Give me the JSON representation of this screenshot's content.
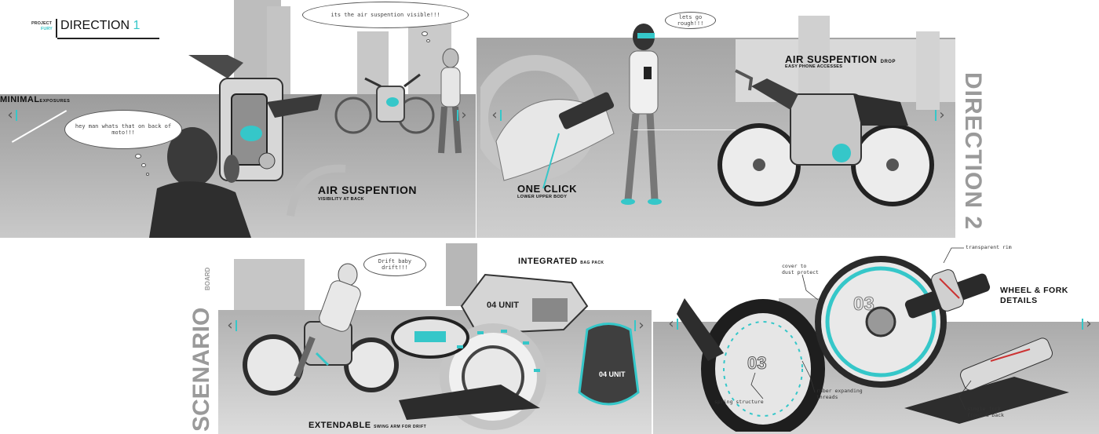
{
  "header": {
    "project_label": "PROJECT",
    "fury_label": "FURY",
    "direction1_word": "DIRECTION",
    "direction1_num": "1"
  },
  "direction2_title": "DIRECTION 2",
  "scenario_word": "SCENARIO",
  "board_word": "BOARD",
  "panel1": {
    "minimal": "MINIMAL",
    "exposures": "EXPOSURES",
    "bubble_top": "its the air suspention visible!!!",
    "bubble_left": "hey man whats that on back of moto!!!",
    "title": "AIR SUSPENTION",
    "subtitle": "VISIBILITY AT BACK"
  },
  "panel2": {
    "bubble": "lets go rough!!!",
    "one_click": "ONE CLICK",
    "one_click_sub": "LOWER UPPER BODY",
    "air_title": "AIR SUSPENTION",
    "air_drop": "DROP",
    "air_sub": "EASY PHONE ACCESSES"
  },
  "panel3": {
    "bubble": "Drift baby drift!!!",
    "integrated": "INTEGRATED",
    "integrated_sub": "BAG PACK",
    "extendable": "EXTENDABLE",
    "extendable_sub": "SWING ARM FOR DRIFT",
    "unit_label": "04 UNIT"
  },
  "panel4": {
    "title_line1": "WHEEL & FORK",
    "title_line2": "DETAILS",
    "note_cover": "cover to\ndust protect",
    "note_rim": "transparent rim",
    "note_spring": "spring structure",
    "note_ruber": "ruber expanding\nthreads",
    "note_fork": "single fork\nfront & back",
    "wheel_num": "03"
  },
  "colors": {
    "accent": "#35c7c9",
    "ground": "#a8a8a8",
    "skyline": "#bdbdbd",
    "ink": "#111111"
  },
  "icons": [
    "chevron-left-icon",
    "chevron-right-icon"
  ]
}
